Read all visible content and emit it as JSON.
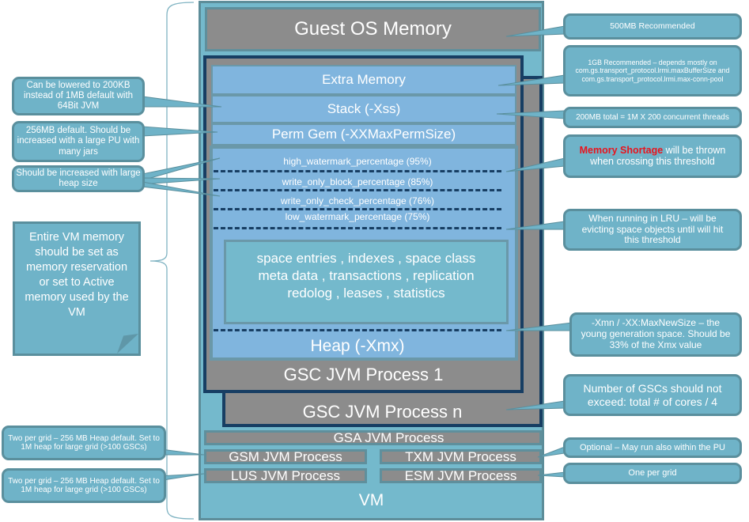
{
  "diagram": {
    "vm_label": "VM",
    "guest_os": "Guest OS Memory",
    "extra_memory": "Extra Memory",
    "stack": "Stack (-Xss)",
    "perm_gen": "Perm Gem (-XXMaxPermSize)",
    "thresholds": [
      {
        "label": "high_watermark_percentage  (95%)"
      },
      {
        "label": "write_only_block_percentage  (85%)"
      },
      {
        "label": "write_only_check_percentage  (76%)"
      },
      {
        "label": "low_watermark_percentage  (75%)"
      }
    ],
    "space_contents": "space entries , indexes , space class meta data , transactions , replication redolog , leases , statistics",
    "heap": "Heap (-Xmx)",
    "gsc_1": "GSC JVM Process 1",
    "gsc_n": "GSC JVM Process n",
    "gsa": "GSA JVM Process",
    "gsm": "GSM JVM Process",
    "txm": "TXM JVM Process",
    "lus": "LUS JVM Process",
    "esm": "ESM JVM Process"
  },
  "notes_left": {
    "stack_note": "Can be lowered to 200KB instead of 1MB default with 64Bit JVM",
    "perm_note": "256MB default. Should be increased with a large PU with many jars",
    "heap_note": "Should be increased with large heap size",
    "vm_note": "Entire VM memory should be set as memory reservation or set to Active memory used by the VM",
    "gsm_note": "Two per grid – 256 MB Heap default. Set to 1M heap for large grid (>100 GSCs)",
    "lus_note": "Two per grid – 256 MB Heap default. Set to 1M heap for large grid (>100 GSCs)"
  },
  "notes_right": {
    "os_note": "500MB Recommended",
    "extra_note": "1GB Recommended – depends mostly on com.gs.transport_protocol.lrmi.maxBufferSize and com.gs.transport_protocol.lrmi.max-conn-pool",
    "stack_note": "200MB total = 1M X 200 concurrent threads",
    "shortage_highlight": "Memory Shortage",
    "shortage_rest": " will be thrown when crossing this threshold",
    "lru_note": "When running in LRU – will be evicting  space objects until  will hit this threshold",
    "xmn_note": "-Xmn  / -XX:MaxNewSize   – the young generation  space. Should be 33% of the Xmx value",
    "gsc_note": "Number of GSCs should not exceed: total # of cores / 4",
    "txm_note": "Optional – May  run also within the PU",
    "esm_note": "One per grid"
  },
  "colors": {
    "highlight": "#e8141e",
    "vm": "#74b9cc",
    "jvm": "#8c8c8c",
    "heap": "#80b5de",
    "border": "#173e63"
  }
}
